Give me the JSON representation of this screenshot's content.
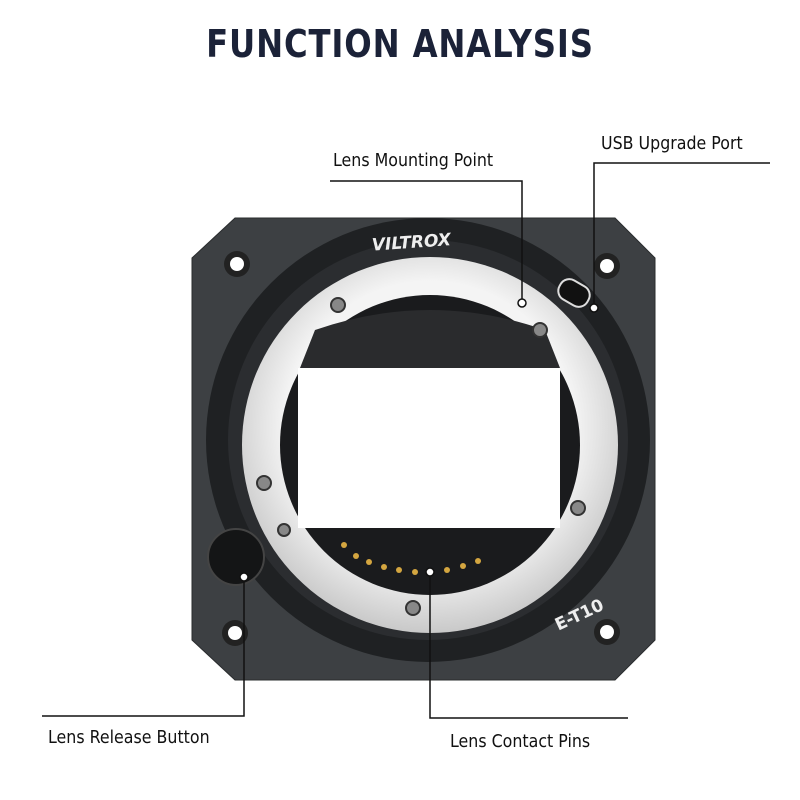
{
  "title": "FUNCTION ANALYSIS",
  "product": {
    "brand_logo": "VILTROX",
    "model": "E-T10"
  },
  "callouts": {
    "lens_mounting_point": "Lens Mounting Point",
    "usb_upgrade_port": "USB Upgrade Port",
    "lens_release_button": "Lens Release Button",
    "lens_contact_pins": "Lens Contact Pins"
  }
}
